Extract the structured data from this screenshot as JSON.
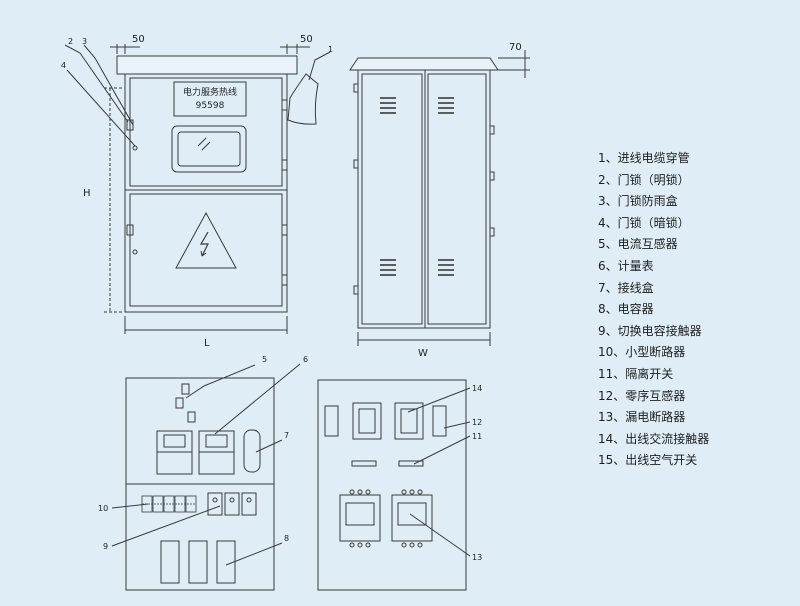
{
  "nameplate": {
    "line1": "电力服务热线",
    "line2": "95598"
  },
  "dimensions": {
    "side_left": "50",
    "side_right": "50",
    "top_right": "70",
    "height": "H",
    "length": "L",
    "width": "W"
  },
  "callouts": {
    "front": [
      "1",
      "2",
      "3",
      "4"
    ],
    "panel_left": [
      "5",
      "6",
      "7",
      "8",
      "9",
      "10"
    ],
    "panel_right": [
      "11",
      "12",
      "13",
      "14"
    ]
  },
  "legend": [
    "1、进线电缆穿管",
    "2、门锁（明锁）",
    "3、门锁防雨盒",
    "4、门锁（暗锁）",
    "5、电流互感器",
    "6、计量表",
    "7、接线盒",
    "8、电容器",
    "9、切换电容接触器",
    "10、小型断路器",
    "11、隔离开关",
    "12、零序互感器",
    "13、漏电断路器",
    "14、出线交流接触器",
    "15、出线空气开关"
  ],
  "colors": {
    "background": "#dfeef6",
    "line": "#3a3a3a"
  }
}
